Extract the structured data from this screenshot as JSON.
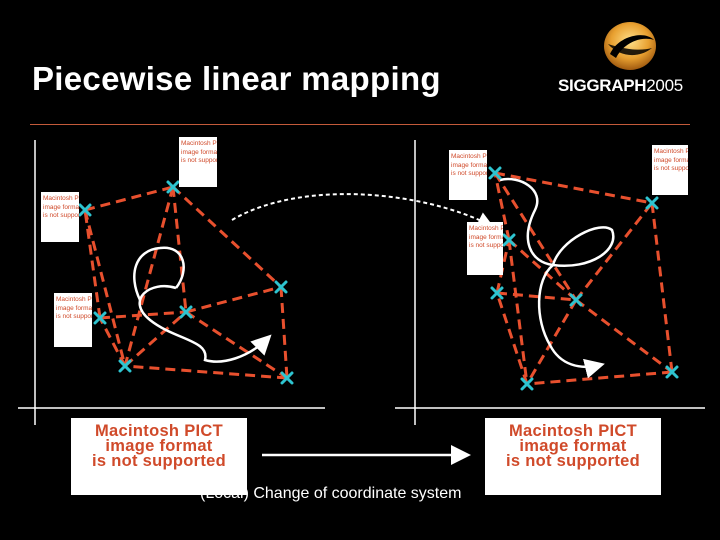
{
  "slide": {
    "title": "Piecewise linear mapping",
    "caption": "(Local) Change of coordinate system"
  },
  "logo": {
    "wordmark": "SIGGRAPH",
    "year": "2005"
  },
  "placeholder": {
    "line1": "Macintosh PICT",
    "line2": "image format",
    "line3": "is not supported"
  },
  "colors": {
    "background": "#000000",
    "mesh": "#e8502e",
    "marker": "#2ec4d0",
    "rule": "#c35a3a",
    "placeholder_text": "#d04a2a"
  }
}
